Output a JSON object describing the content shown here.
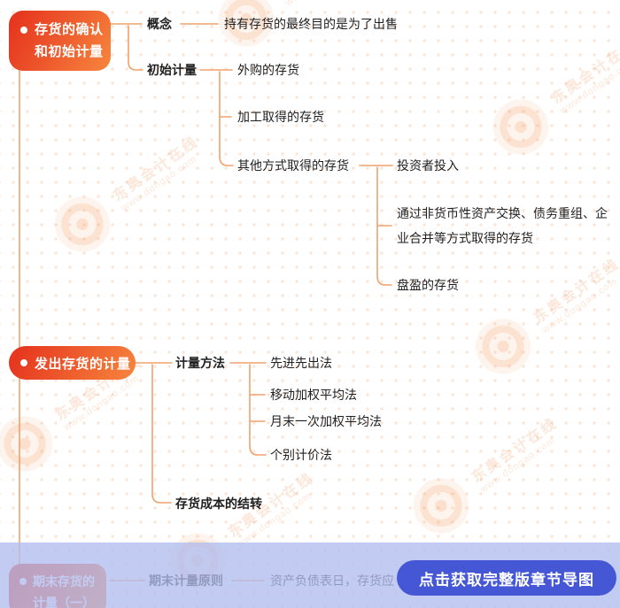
{
  "colors": {
    "node_start": "#e6371f",
    "node_end": "#f6823c",
    "connector": "#f0a26c",
    "button_bg": "#4657d6"
  },
  "watermark": {
    "line1": "东奥会计在线",
    "line2": "www.dongao.com"
  },
  "mindmap": {
    "branch1": {
      "title_line1": "存货的确认",
      "title_line2": "和初始计量",
      "concept_label": "概念",
      "concept_value": "持有存货的最终目的是为了出售",
      "initial_label": "初始计量",
      "children": [
        "外购的存货",
        "加工取得的存货",
        "其他方式取得的存货"
      ],
      "other_children": [
        "投资者投入",
        "通过非货币性资产交换、债务重组、企业合并等方式取得的存货",
        "盘盈的存货"
      ]
    },
    "branch2": {
      "title": "发出存货的计量",
      "methods_label": "计量方法",
      "methods": [
        "先进先出法",
        "移动加权平均法",
        "月末一次加权平均法",
        "个别计价法"
      ],
      "carryover_label": "存货成本的结转"
    },
    "branch3": {
      "title_line1": "期末存货的",
      "title_line2": "计量（一）",
      "principle_label": "期末计量原则",
      "principle_value": "资产负债表日，存货应"
    }
  },
  "cta": {
    "label": "点击获取完整版章节导图"
  }
}
